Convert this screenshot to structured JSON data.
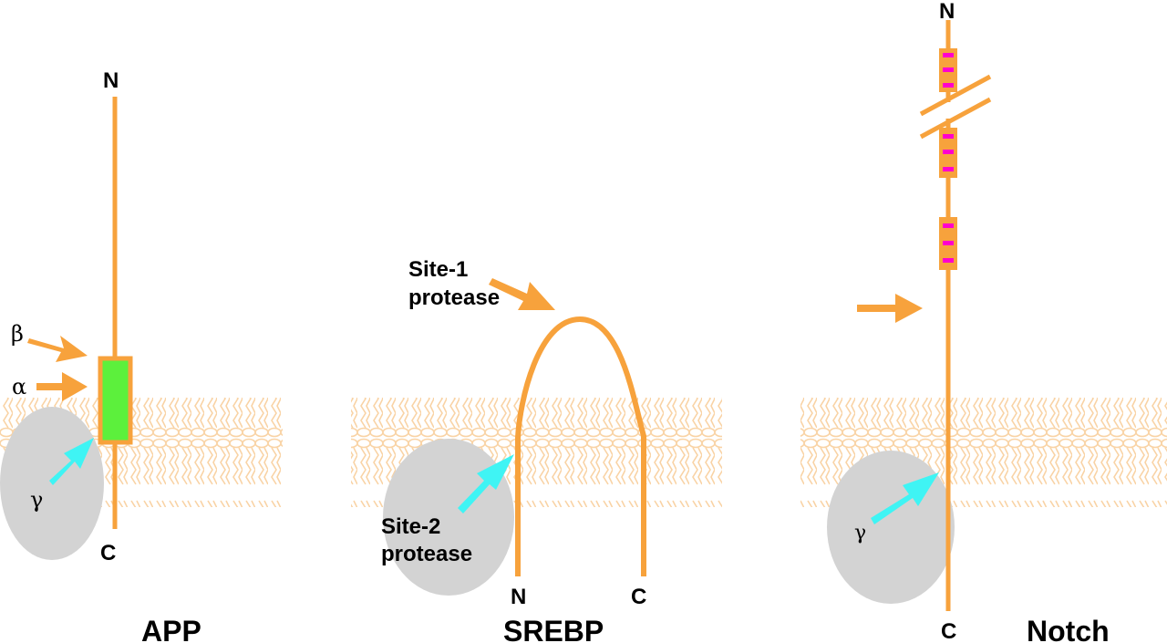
{
  "panels": {
    "app": {
      "title": "APP",
      "n_label": "N",
      "c_label": "C",
      "beta_label": "β",
      "alpha_label": "α",
      "gamma_label": "γ"
    },
    "srebp": {
      "title": "SREBP",
      "site1_line1": "Site-1",
      "site1_line2": "protease",
      "site2_line1": "Site-2",
      "site2_line2": "protease",
      "n_label": "N",
      "c_label": "C"
    },
    "notch": {
      "title": "Notch",
      "n_label": "N",
      "c_label": "C",
      "gamma_label": "γ"
    }
  },
  "colors": {
    "protein": "#f7a23c",
    "cleavage_arrow": "#f7a23c",
    "gamma_arrow": "#3ff4f4",
    "membrane": "#f9d3a5",
    "enzyme": "#d3d3d3",
    "tm_domain": "#5cf03c",
    "repeat_marker": "#ff00cc"
  }
}
